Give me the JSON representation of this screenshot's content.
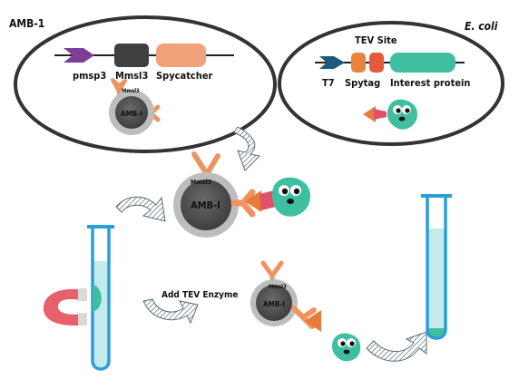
{
  "left_cell": {
    "title": "AMB-1",
    "promoter_label": "pmsp3",
    "gene1_label": "Mmsl3",
    "gene2_label": "Spycatcher",
    "cell_label": "AMB-I",
    "protein_label": "Mmsl3"
  },
  "right_cell": {
    "title": "E. coli",
    "site_label": "TEV Site",
    "promoter_label": "T7",
    "tag_label": "Spytag",
    "gene_label": "Interest protein"
  },
  "complex": {
    "cell_label": "AMB-I",
    "protein_label": "Mmsl3"
  },
  "step_label": "Add TEV Enzyme",
  "free_cell": {
    "cell_label": "AMB-I",
    "protein_label": "Mmsl3"
  },
  "colors": {
    "promoter_purple": "#7b3f96",
    "gene_dark": "#404040",
    "spycatcher_orange": "#f2a27a",
    "t7_blue": "#1c5b7c",
    "spytag_orange": "#e9823d",
    "interest_teal": "#3fbfa0",
    "cell_gray": "#555555",
    "magnet_red": "#e8606a",
    "tube_blue": "#2a9fd8",
    "liquid": "#c4ebec"
  }
}
